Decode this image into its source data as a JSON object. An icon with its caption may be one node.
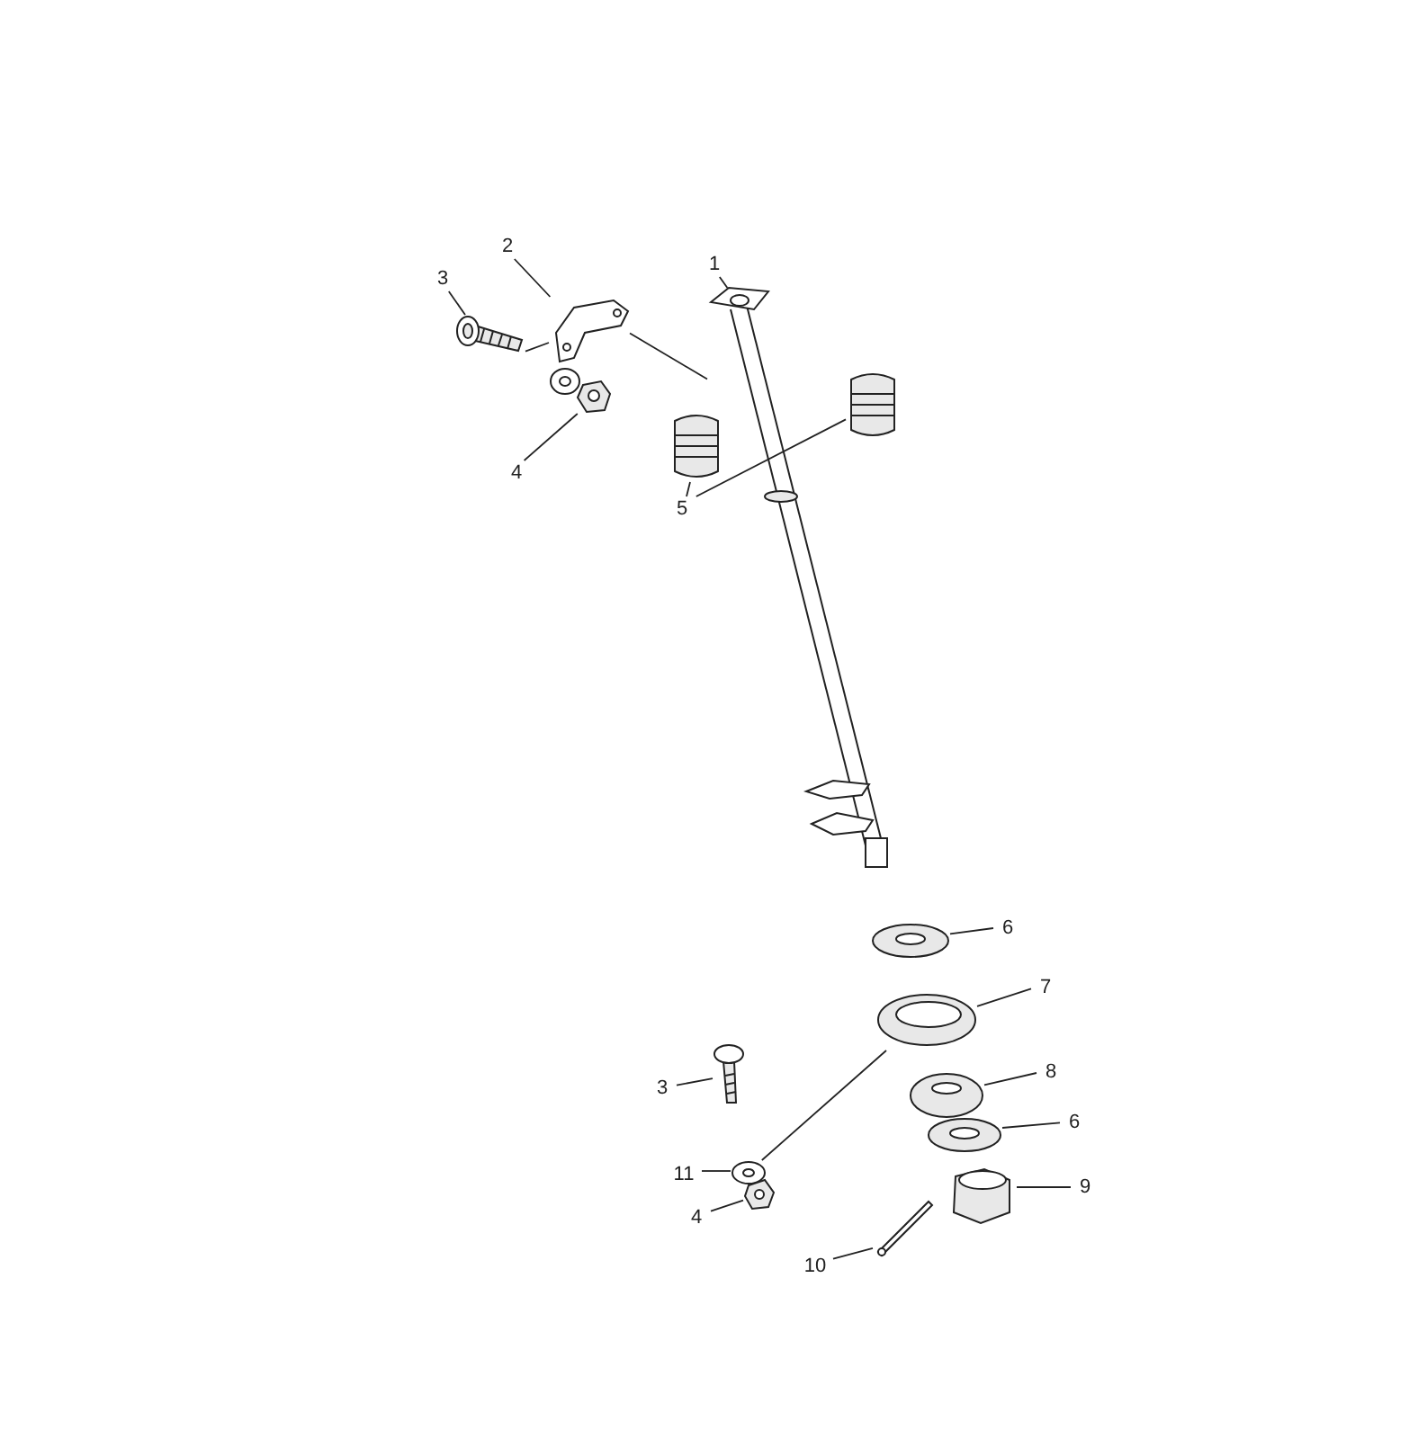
{
  "diagram": {
    "nodes": [
      {
        "text": [
          "1"
        ]
      },
      {
        "text": [],
        "shape": "picture"
      },
      {
        "text": [
          "2"
        ]
      },
      {
        "text": [],
        "shape": "picture"
      },
      {
        "text": [
          "3"
        ]
      },
      {
        "text": [],
        "shape": "picture"
      },
      {
        "text": [],
        "shape": "picture"
      },
      {
        "text": [
          "4"
        ]
      },
      {
        "text": [],
        "shape": "picture"
      },
      {
        "text": [
          "5"
        ]
      },
      {
        "text": [],
        "shape": "picture"
      },
      {
        "text": [],
        "shape": "picture"
      },
      {
        "text": [
          "6"
        ]
      },
      {
        "text": [],
        "shape": "picture"
      },
      {
        "text": [
          "7"
        ]
      },
      {
        "text": [],
        "shape": "picture"
      },
      {
        "text": [
          "3"
        ]
      },
      {
        "text": [],
        "shape": "picture"
      },
      {
        "text": [
          "8"
        ]
      },
      {
        "text": [],
        "shape": "picture"
      },
      {
        "text": [
          "6"
        ]
      },
      {
        "text": [],
        "shape": "picture"
      },
      {
        "text": [
          "11"
        ]
      },
      {
        "text": [],
        "shape": "picture"
      },
      {
        "text": [
          "9"
        ]
      },
      {
        "text": [],
        "shape": "picture"
      },
      {
        "text": [
          "4"
        ]
      },
      {
        "text": [],
        "shape": "picture"
      },
      {
        "text": [
          "10"
        ]
      },
      {
        "text": [],
        "shape": "picture"
      }
    ],
    "edges": [
      {
        "from": 0,
        "to": 1,
        "arrow": "none"
      },
      {
        "from": 2,
        "to": 3,
        "arrow": "none"
      },
      {
        "from": 4,
        "to": 5,
        "arrow": "none"
      },
      {
        "from": 7,
        "to": 8,
        "arrow": "none"
      },
      {
        "from": 9,
        "to": 10,
        "arrow": "none"
      },
      {
        "from": 9,
        "to": 11,
        "arrow": "none"
      },
      {
        "from": 5,
        "to": 3,
        "arrow": "none"
      },
      {
        "from": 3,
        "to": 1,
        "arrow": "none"
      },
      {
        "from": 12,
        "to": 13,
        "arrow": "none"
      },
      {
        "from": 14,
        "to": 15,
        "arrow": "none"
      },
      {
        "from": 16,
        "to": 17,
        "arrow": "none"
      },
      {
        "from": 18,
        "to": 19,
        "arrow": "none"
      },
      {
        "from": 20,
        "to": 21,
        "arrow": "none"
      },
      {
        "from": 22,
        "to": 23,
        "arrow": "none"
      },
      {
        "from": 24,
        "to": 25,
        "arrow": "none"
      },
      {
        "from": 26,
        "to": 27,
        "arrow": "none"
      },
      {
        "from": 28,
        "to": 29,
        "arrow": "none"
      },
      {
        "from": 23,
        "to": 15,
        "arrow": "none"
      }
    ]
  }
}
